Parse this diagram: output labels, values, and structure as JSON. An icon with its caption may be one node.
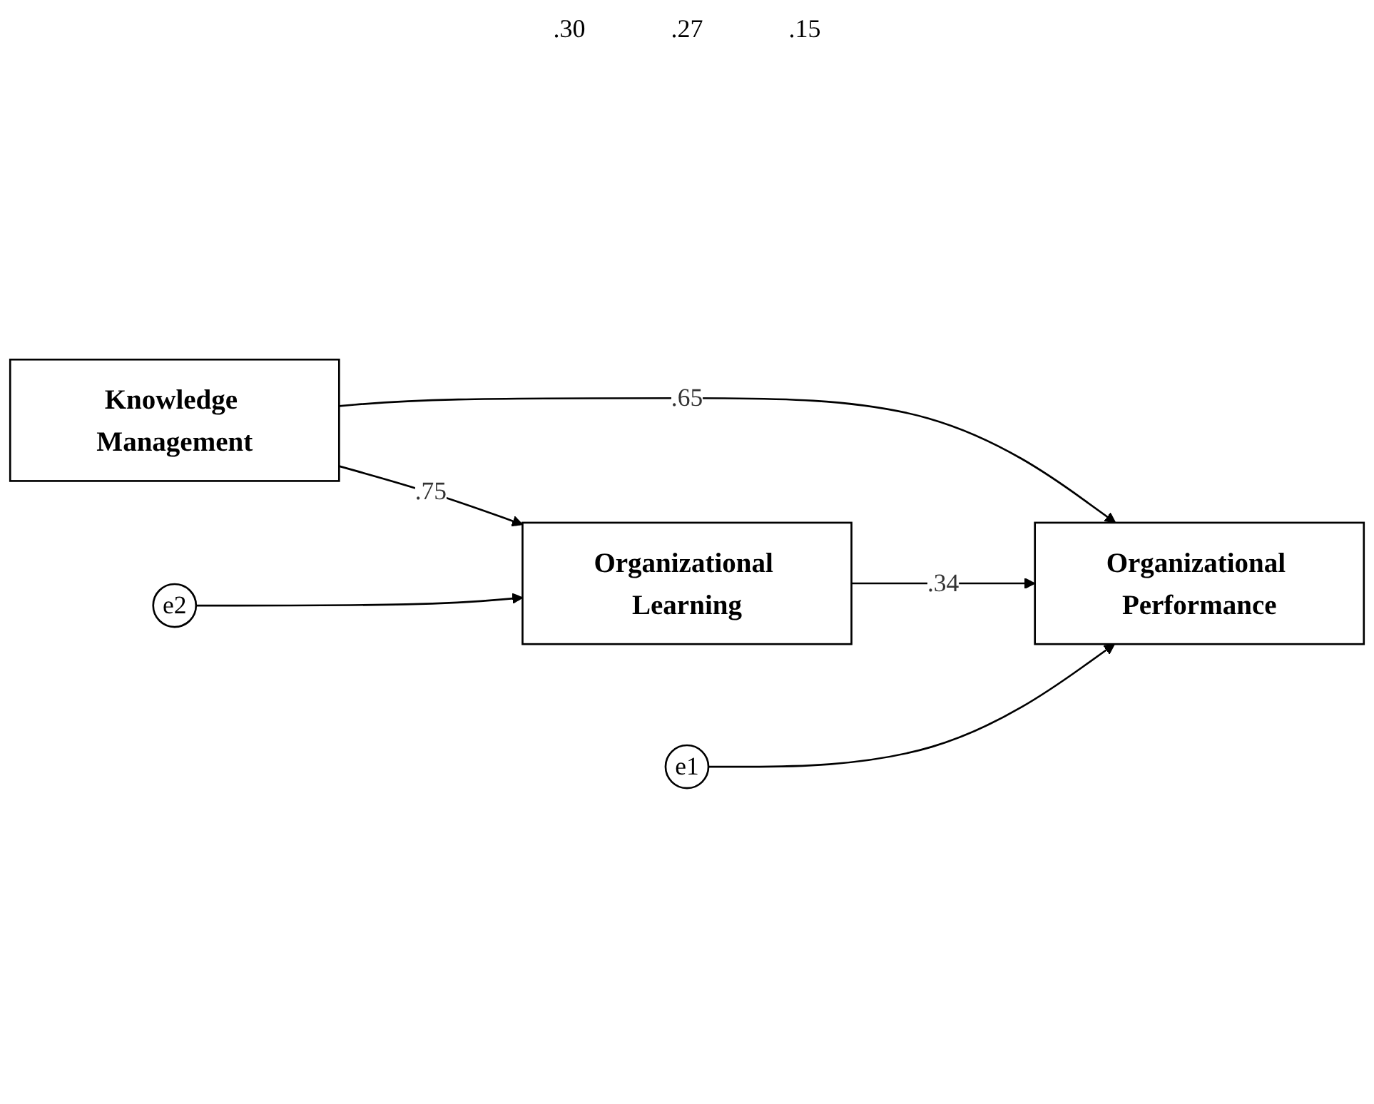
{
  "diagram": {
    "nodes": [
      {
        "text": [
          "Knowledge Management"
        ]
      },
      {
        "text": [
          "e1"
        ]
      },
      {
        "text": [
          "Organizational Performance"
        ]
      },
      {
        "text": [
          "Organizational Learning"
        ]
      },
      {
        "text": [
          "e2"
        ]
      }
    ],
    "edges": [
      {
        "from": 0,
        "to": 2,
        "arrow": "to",
        "label": ".65"
      },
      {
        "from": 0,
        "to": 3,
        "arrow": "to",
        "label": ".75"
      },
      {
        "from": 3,
        "to": 2,
        "arrow": "to",
        "label": ".34"
      },
      {
        "from": 1,
        "to": 2,
        "arrow": "to"
      },
      {
        "from": 4,
        "to": 3,
        "arrow": "to"
      }
    ],
    "labels": [
      ".30",
      ".27",
      ".15"
    ]
  }
}
